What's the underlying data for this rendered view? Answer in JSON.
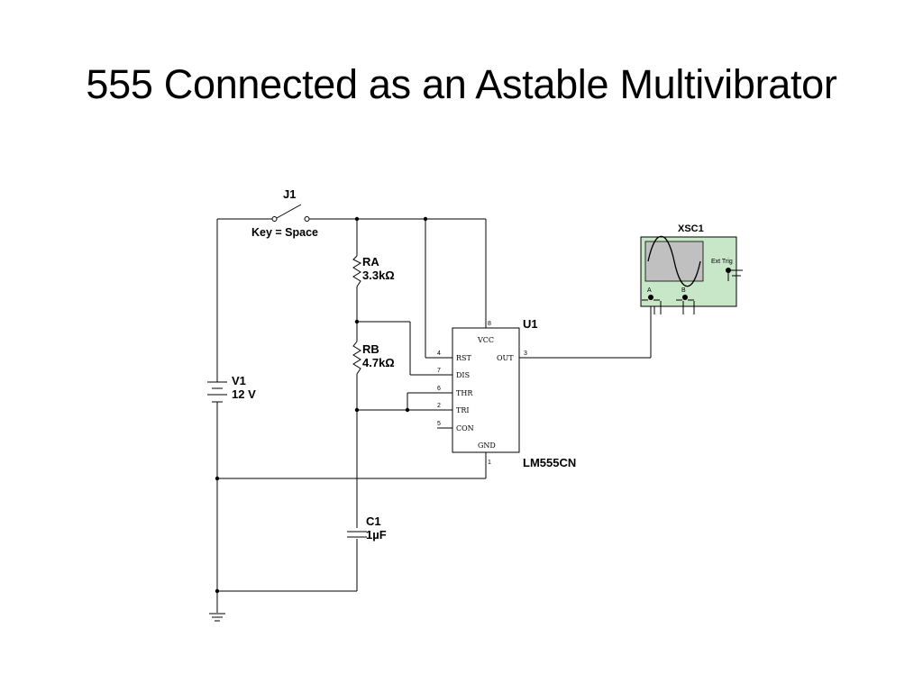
{
  "slide": {
    "title": "555 Connected as an Astable Multivibrator"
  },
  "components": {
    "switch": {
      "ref": "J1",
      "key": "Key = Space"
    },
    "ra": {
      "ref": "RA",
      "value": "3.3kΩ"
    },
    "rb": {
      "ref": "RB",
      "value": "4.7kΩ"
    },
    "battery": {
      "ref": "V1",
      "value": "12 V"
    },
    "capacitor": {
      "ref": "C1",
      "value": "1µF"
    },
    "ic": {
      "ref": "U1",
      "part": "LM555CN",
      "pins": {
        "vcc": {
          "num": "8",
          "name": "VCC"
        },
        "rst": {
          "num": "4",
          "name": "RST"
        },
        "out": {
          "num": "3",
          "name": "OUT"
        },
        "dis": {
          "num": "7",
          "name": "DIS"
        },
        "thr": {
          "num": "6",
          "name": "THR"
        },
        "tri": {
          "num": "2",
          "name": "TRI"
        },
        "con": {
          "num": "5",
          "name": "CON"
        },
        "gnd": {
          "num": "1",
          "name": "GND"
        }
      }
    },
    "scope": {
      "ref": "XSC1",
      "ext_trig": "Ext Trig",
      "channel_a": "A",
      "channel_b": "B"
    }
  },
  "colors": {
    "wire": "#000000",
    "scope_body": "#c8e6c8",
    "scope_screen": "#c0c0c0"
  }
}
